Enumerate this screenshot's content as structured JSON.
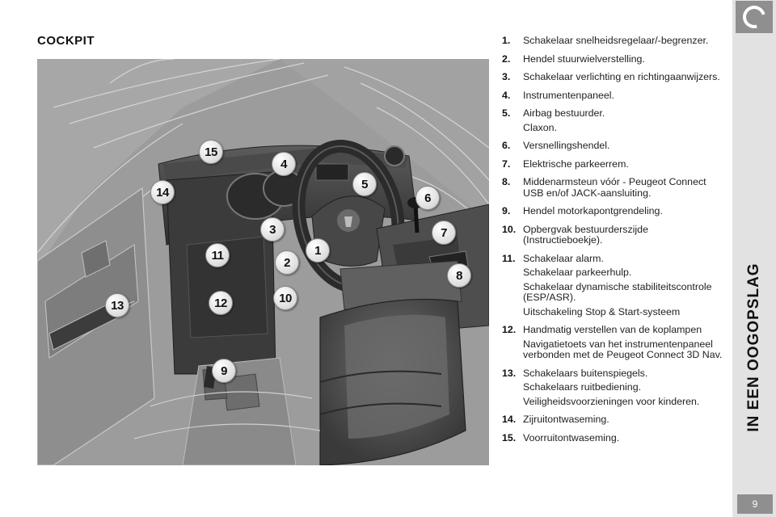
{
  "page": {
    "title": "COCKPIT",
    "side_label": "IN EEN OOGOPSLAG",
    "page_number": "9"
  },
  "callouts": [
    "1",
    "2",
    "3",
    "4",
    "5",
    "6",
    "7",
    "8",
    "9",
    "10",
    "11",
    "12",
    "13",
    "14",
    "15"
  ],
  "legend": [
    {
      "num": "1.",
      "lines": [
        "Schakelaar snelheidsregelaar/-begrenzer."
      ]
    },
    {
      "num": "2.",
      "lines": [
        "Hendel stuurwielverstelling."
      ]
    },
    {
      "num": "3.",
      "lines": [
        "Schakelaar verlichting en richtingaanwijzers."
      ]
    },
    {
      "num": "4.",
      "lines": [
        "Instrumentenpaneel."
      ]
    },
    {
      "num": "5.",
      "lines": [
        "Airbag bestuurder.",
        "Claxon."
      ]
    },
    {
      "num": "6.",
      "lines": [
        "Versnellingshendel."
      ]
    },
    {
      "num": "7.",
      "lines": [
        "Elektrische parkeerrem."
      ]
    },
    {
      "num": "8.",
      "lines": [
        "Middenarmsteun vóór - Peugeot Connect USB en/of JACK-aansluiting."
      ]
    },
    {
      "num": "9.",
      "lines": [
        "Hendel motorkapontgrendeling."
      ]
    },
    {
      "num": "10.",
      "lines": [
        "Opbergvak bestuurderszijde (Instructieboekje)."
      ]
    },
    {
      "num": "11.",
      "lines": [
        "Schakelaar alarm.",
        "Schakelaar parkeerhulp.",
        "Schakelaar dynamische stabiliteitscontrole (ESP/ASR).",
        "Uitschakeling Stop & Start-systeem"
      ]
    },
    {
      "num": "12.",
      "lines": [
        "Handmatig verstellen van de koplampen",
        "Navigatietoets van het instrumentenpaneel verbonden met de Peugeot Connect 3D Nav."
      ]
    },
    {
      "num": "13.",
      "lines": [
        "Schakelaars buitenspiegels.",
        "Schakelaars ruitbediening.",
        "Veiligheidsvoorzieningen voor kinderen."
      ]
    },
    {
      "num": "14.",
      "lines": [
        "Zijruitontwaseming."
      ]
    },
    {
      "num": "15.",
      "lines": [
        "Voorruitontwaseming."
      ]
    }
  ],
  "colors": {
    "illustration_bg": "#9a9a9a",
    "side_tab": "#e2e2e2",
    "side_logo": "#8f8f8f"
  },
  "icons": {
    "side_logo": "brand-ring-icon"
  }
}
